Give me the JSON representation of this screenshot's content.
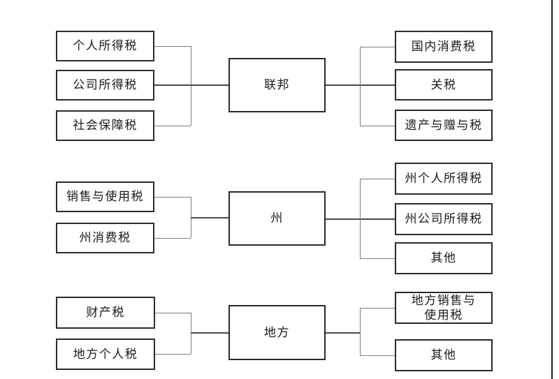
{
  "diagram": {
    "title_hint": "US tax structure chart (federal / state / local)",
    "sections": [
      {
        "center": "联邦",
        "left": [
          "个人所得税",
          "公司所得税",
          "社会保障税"
        ],
        "right": [
          "国内消费税",
          "关税",
          "遗产与赠与税"
        ]
      },
      {
        "center": "州",
        "left": [
          "销售与使用税",
          "州消费税"
        ],
        "right": [
          "州个人所得税",
          "州公司所得税",
          "其他"
        ]
      },
      {
        "center": "地方",
        "left": [
          "财产税",
          "地方个人税"
        ],
        "right": [
          "地方销售与使用税",
          "其他"
        ]
      }
    ],
    "colors": {
      "background": "#ffffff",
      "box_border": "#2b2b2b",
      "text": "#1a1a1a",
      "connector_line": "#7c7c7c",
      "main_line": "#4a4a4a",
      "page_edge_line": "#1c1c1c"
    }
  }
}
